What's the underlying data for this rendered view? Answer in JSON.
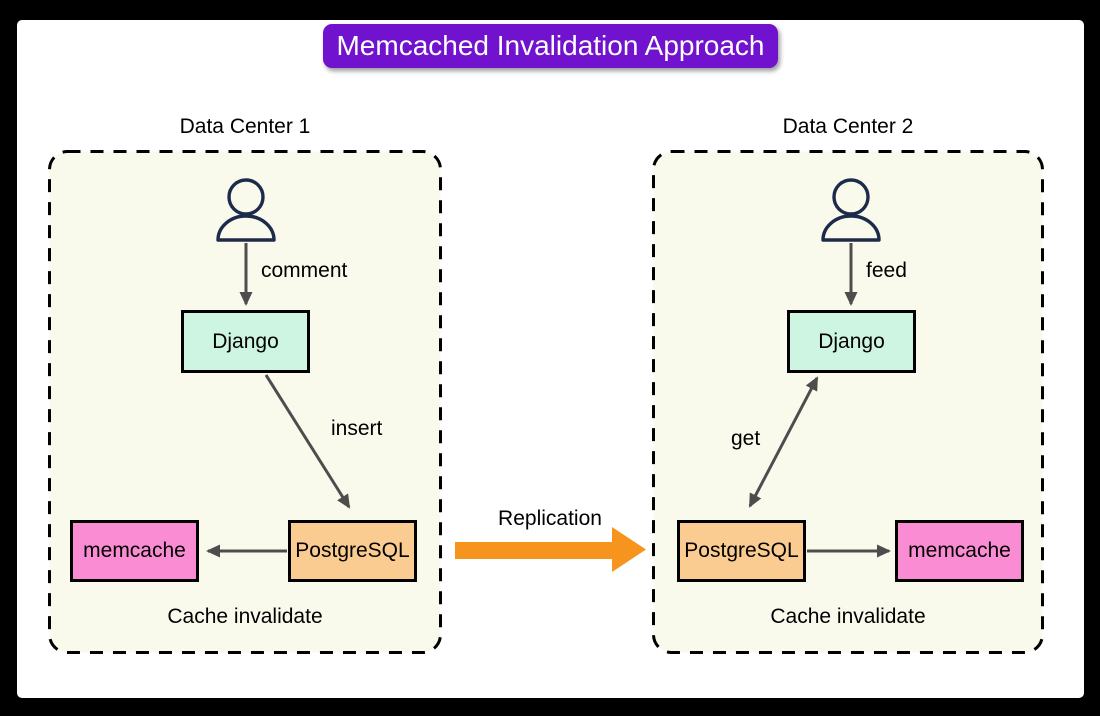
{
  "title": "Memcached Invalidation Approach",
  "data_centers": [
    {
      "label": "Data Center 1",
      "user_icon": "person-icon",
      "user_action": "comment",
      "app": "Django",
      "db_action": "insert",
      "db": "PostgreSQL",
      "cache": "memcache",
      "note": "Cache invalidate"
    },
    {
      "label": "Data Center 2",
      "user_icon": "person-icon",
      "user_action": "feed",
      "app": "Django",
      "db_action": "get",
      "db": "PostgreSQL",
      "cache": "memcache",
      "note": "Cache invalidate"
    }
  ],
  "replication_label": "Replication",
  "colors": {
    "frame": "#000000",
    "page_background": "#FFFFFF",
    "banner_background": "#7113CE",
    "banner_text": "#FFFFFF",
    "datacenter_background": "#FAFAEC",
    "datacenter_border": "#000000",
    "app_box": "#CDF5E2",
    "db_box": "#FBCC92",
    "cache_box": "#F98CD3",
    "connector": "#4D4D4D",
    "replication_arrow": "#F7941E",
    "person_icon": "#1C2B4B"
  }
}
